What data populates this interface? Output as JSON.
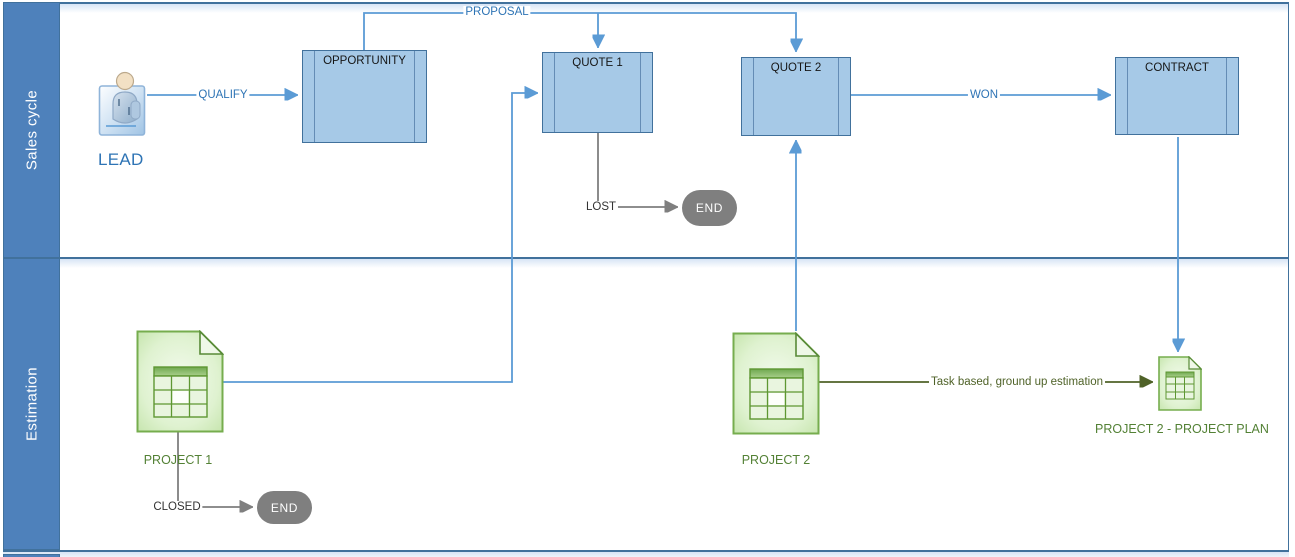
{
  "diagram_type": "swimlane-flowchart",
  "lanes": [
    {
      "title": "Sales cycle"
    },
    {
      "title": "Estimation"
    }
  ],
  "nodes": {
    "lead": {
      "label": "LEAD",
      "icon": "person-icon"
    },
    "opportunity": {
      "label": "OPPORTUNITY",
      "shape": "sub-process"
    },
    "quote1": {
      "label": "QUOTE 1",
      "shape": "sub-process"
    },
    "quote2": {
      "label": "QUOTE 2",
      "shape": "sub-process"
    },
    "contract": {
      "label": "CONTRACT",
      "shape": "sub-process"
    },
    "end_sales": {
      "label": "END",
      "shape": "terminator"
    },
    "project1": {
      "label": "PROJECT 1",
      "icon": "document-table-icon"
    },
    "project2": {
      "label": "PROJECT 2",
      "icon": "document-table-icon"
    },
    "project_plan": {
      "label": "PROJECT 2 - PROJECT PLAN",
      "icon": "document-table-icon"
    },
    "end_estimation": {
      "label": "END",
      "shape": "terminator"
    }
  },
  "connectors": {
    "qualify": {
      "label": "QUALIFY",
      "from": "lead",
      "to": "opportunity"
    },
    "proposal": {
      "label": "PROPOSAL",
      "from": "opportunity",
      "to": "quote1 / quote2"
    },
    "won": {
      "label": "WON",
      "from": "quote2",
      "to": "contract"
    },
    "lost": {
      "label": "LOST",
      "from": "quote1",
      "to": "end_sales"
    },
    "closed": {
      "label": "CLOSED",
      "from": "project1",
      "to": "end_estimation"
    },
    "task_based": {
      "label": "Task based, ground up estimation",
      "from": "project2",
      "to": "project_plan"
    }
  },
  "colors": {
    "lane_band": "#4E81BB",
    "lane_border": "#41719C",
    "box_fill": "#A6C9E7",
    "box_border": "#41719C",
    "connector_blue": "#5B9BD5",
    "connector_gray": "#7F7F7F",
    "connector_olive": "#4F6228",
    "label_blue": "#2E74B5",
    "label_green": "#538135",
    "terminator_fill": "#7F7F7F",
    "doc_green_border": "#76AD4E"
  }
}
